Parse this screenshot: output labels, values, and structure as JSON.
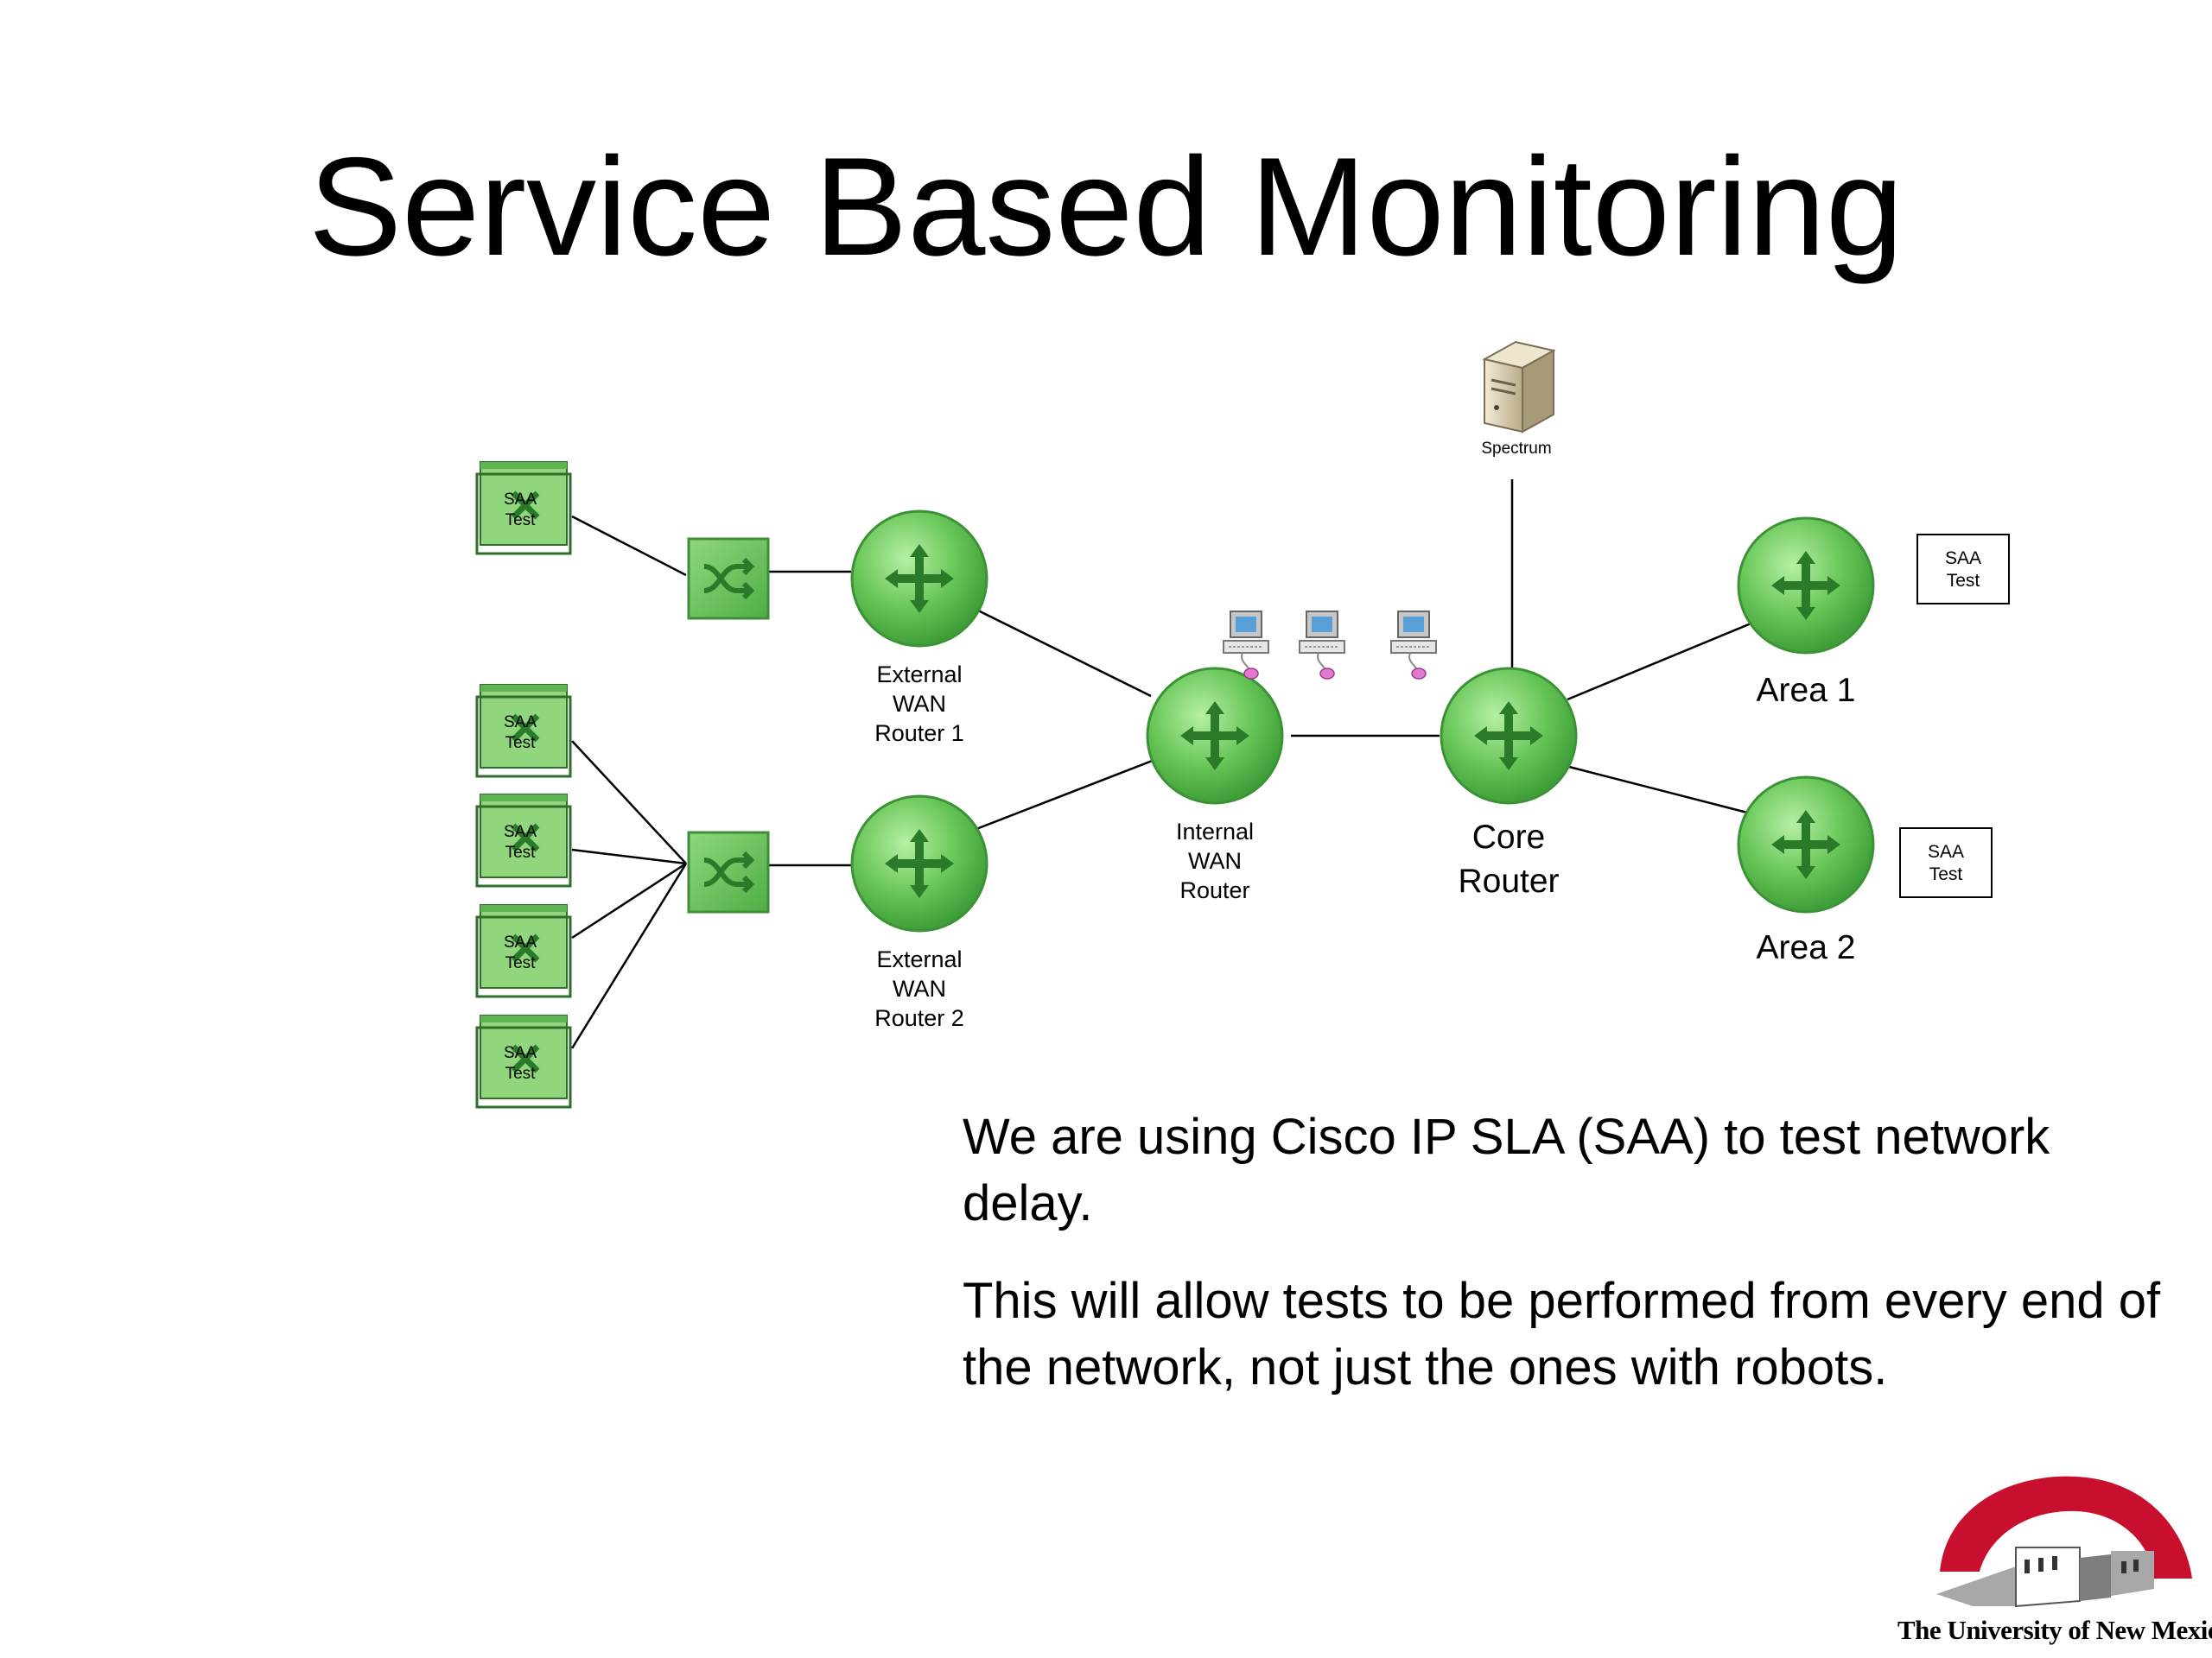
{
  "title": "Service Based Monitoring",
  "diagram": {
    "server_label": "Spectrum",
    "saa_test_label": "SAA\nTest",
    "external_router_1": "External\nWAN\nRouter 1",
    "external_router_2": "External\nWAN\nRouter 2",
    "internal_router": "Internal\nWAN\nRouter",
    "core_router": "Core\nRouter",
    "area_1": "Area 1",
    "area_2": "Area 2",
    "icons": [
      "saa-probe-icon",
      "switch-icon",
      "router-icon",
      "server-icon",
      "workstation-icon"
    ],
    "colors": {
      "node_green": "#5cb85c",
      "node_dark_green": "#2e7d32",
      "link": "#000000"
    }
  },
  "body": {
    "paragraph_1": "We are using Cisco IP SLA (SAA) to test network delay.",
    "paragraph_2": "This will allow tests to be performed from every end of the network, not just the ones with robots."
  },
  "logo": {
    "caption": "The University of New Mexico",
    "colors": {
      "arch": "#c8102e",
      "building": "#8a8a8a"
    }
  }
}
